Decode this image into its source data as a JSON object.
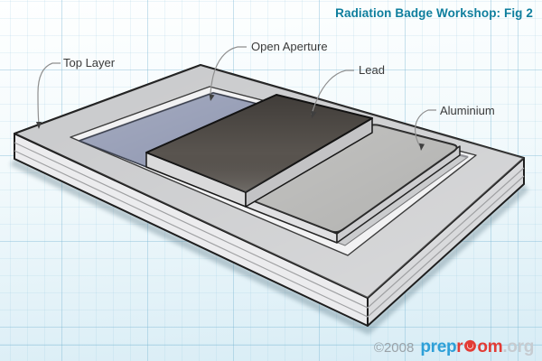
{
  "title": "Radiation Badge Workshop: Fig 2",
  "diagram": {
    "labels": {
      "top_layer": "Top Layer",
      "open_aperture": "Open Aperture",
      "lead": "Lead",
      "aluminium": "Aluminium"
    }
  },
  "footer": {
    "copyright": "©2008",
    "logo_blue": "prep",
    "logo_red_r": "r",
    "logo_red_om": "om",
    "logo_suffix": ".org"
  },
  "colors": {
    "title_teal": "#0e7e9d",
    "label_text": "#3a3a3a",
    "leader_line": "#8f8f8f",
    "arrowhead": "#3f3f3f",
    "outline": "#1e1e1e",
    "logo_blue": "#2ea0d8",
    "logo_red": "#e23b35",
    "logo_suffix_gray": "#c6cbd0",
    "copyright_gray": "#9aa2a8",
    "tray_top": "#c8c9cb",
    "tray_side_left": "#ececee",
    "tray_side_right": "#d9dadc",
    "recess_ledge": "#f2f2f3",
    "recess_floor": "#cbccce",
    "aperture_panel": "#8b93ae",
    "lead_top": "#59544f",
    "lead_side_left": "#dadadb",
    "lead_side_right": "#c3c3c5",
    "aluminium_top": "#b2b2b0",
    "aluminium_side_left": "#e0e0e2",
    "aluminium_side_right": "#cdcdcf"
  }
}
